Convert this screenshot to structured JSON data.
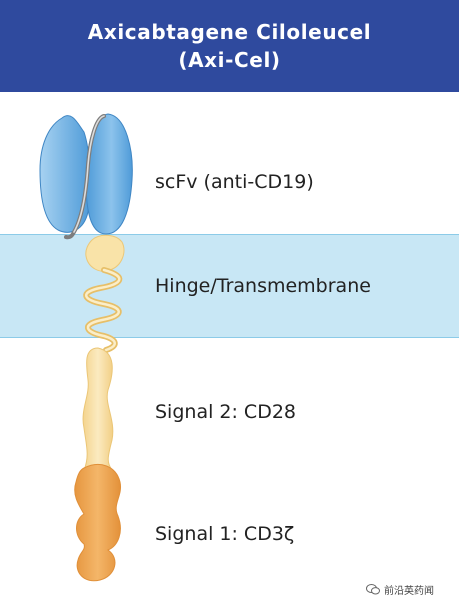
{
  "header": {
    "title_line1": "Axicabtagene Ciloleucel",
    "title_line2": "(Axi-Cel)"
  },
  "labels": {
    "scfv": "scFv (anti-CD19)",
    "hinge": "Hinge/Transmembrane",
    "signal2": "Signal 2: CD28",
    "signal1": "Signal 1: CD3ζ"
  },
  "watermark": {
    "text": "前沿英药闻",
    "icon": "chat-bubbles-icon"
  },
  "colors": {
    "header_bg": "#2f4a9e",
    "membrane_band": "#c8e7f5",
    "membrane_edge": "#8ccbe8",
    "scfv_blue": "#4f9bd8",
    "scfv_light": "#8ac2ec",
    "linker_gray": "#8c8c8c",
    "cd28_fill": "#f9e3a8",
    "cd28_edge": "#ecc878",
    "cd3z_fill": "#f0ac58",
    "cd3z_edge": "#e08f38"
  }
}
